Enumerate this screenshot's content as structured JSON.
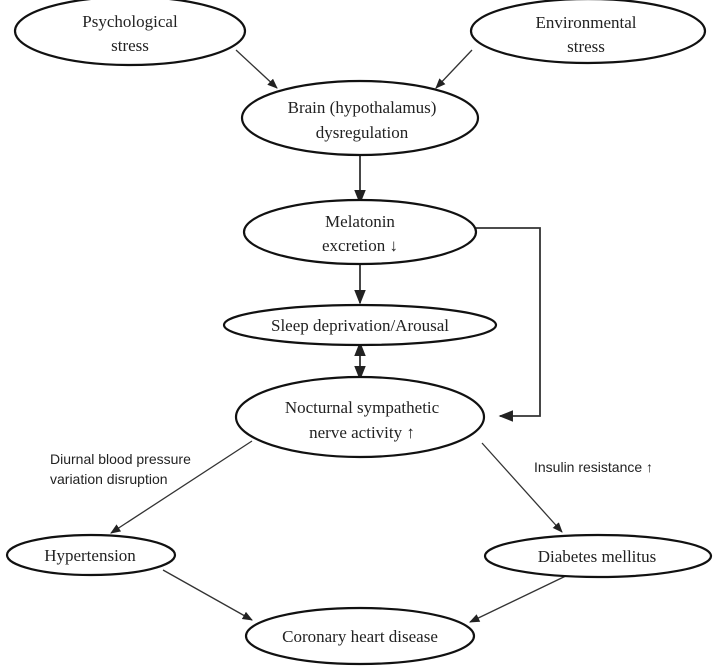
{
  "diagram": {
    "nodes": {
      "psychological_stress": [
        "Psychological",
        "stress"
      ],
      "environmental_stress": [
        "Environmental",
        "stress"
      ],
      "brain": [
        "Brain (hypothalamus)",
        "dysregulation"
      ],
      "melatonin": [
        "Melatonin",
        "excretion ↓"
      ],
      "sleep": [
        "Sleep deprivation/Arousal"
      ],
      "nocturnal": [
        "Nocturnal sympathetic",
        "nerve activity ↑"
      ],
      "hypertension": [
        "Hypertension"
      ],
      "diabetes": [
        "Diabetes mellitus"
      ],
      "chd": [
        "Coronary heart disease"
      ]
    },
    "edge_labels": {
      "diurnal": [
        "Diurnal blood pressure",
        "variation disruption"
      ],
      "insulin": [
        "Insulin resistance ↑"
      ]
    },
    "edges": [
      {
        "from": "psychological_stress",
        "to": "brain"
      },
      {
        "from": "environmental_stress",
        "to": "brain"
      },
      {
        "from": "brain",
        "to": "melatonin"
      },
      {
        "from": "melatonin",
        "to": "sleep"
      },
      {
        "from": "sleep",
        "to": "nocturnal",
        "bidirectional": true
      },
      {
        "from": "melatonin",
        "to": "nocturnal",
        "routed": true
      },
      {
        "from": "nocturnal",
        "to": "hypertension",
        "label": "diurnal"
      },
      {
        "from": "nocturnal",
        "to": "diabetes",
        "label": "insulin"
      },
      {
        "from": "hypertension",
        "to": "chd"
      },
      {
        "from": "diabetes",
        "to": "chd"
      }
    ]
  }
}
